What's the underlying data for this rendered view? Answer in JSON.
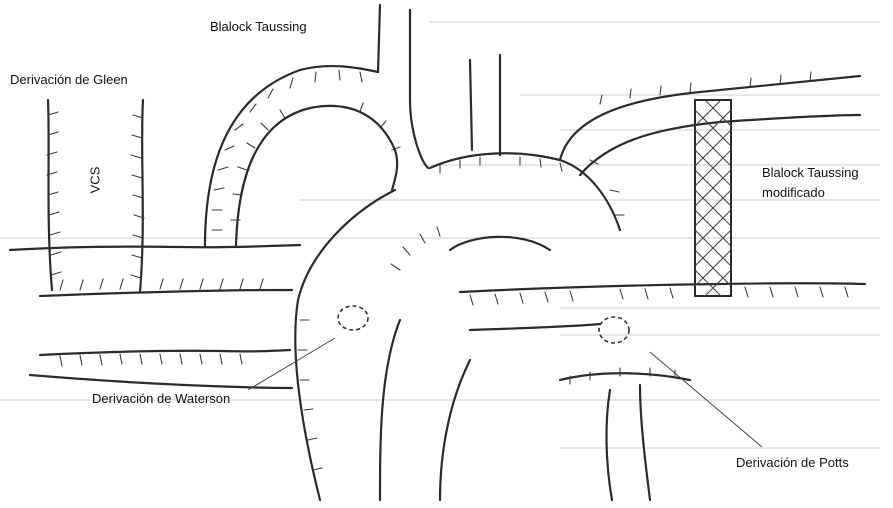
{
  "labels": {
    "gleen": "Derivación de Gleen",
    "vcs": "VCS",
    "blalock": "Blalock Taussing",
    "blalock_mod_line1": "Blalock Taussing",
    "blalock_mod_line2": "modificado",
    "waterson": "Derivación de Waterson",
    "potts": "Derivación de Potts"
  }
}
